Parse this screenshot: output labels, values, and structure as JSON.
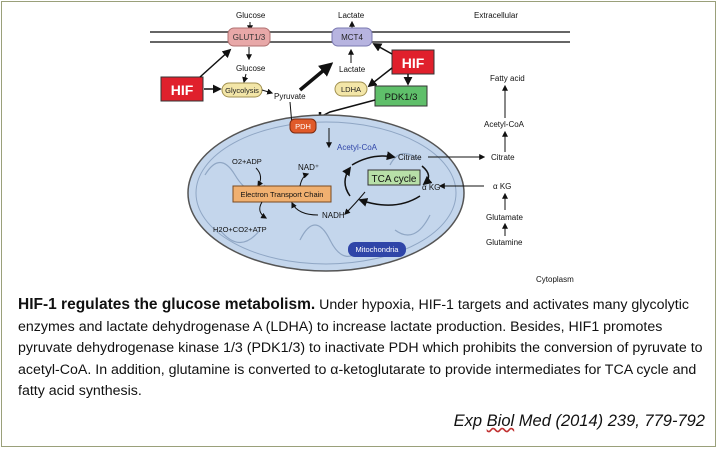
{
  "diagram": {
    "extracellular": "Extracellular",
    "cytoplasm": "Cytoplasm",
    "glucose_out": "Glucose",
    "lactate_out": "Lactate",
    "glut": "GLUT1/3",
    "mct4": "MCT4",
    "hif_left": "HIF",
    "hif_right": "HIF",
    "glucose_in": "Glucose",
    "glycolysis": "Glycolysis",
    "pyruvate": "Pyruvate",
    "lactate_in": "Lactate",
    "ldha": "LDHA",
    "pdk": "PDK1/3",
    "pdh": "PDH",
    "acetyl_coa_mito": "Acetyl-CoA",
    "nad": "NAD⁺",
    "o2_adp": "O2+ADP",
    "etc": "Electron Transport Chain",
    "nadh": "NADH",
    "h2o": "H2O+CO2+ATP",
    "citrate_mito": "Citrate",
    "tca": "TCA cycle",
    "akg_mito": "α KG",
    "mitochondria": "Mitochondria",
    "fatty_acid": "Fatty acid",
    "acetyl_coa_cyto": "Acetyl-CoA",
    "citrate_cyto": "Citrate",
    "akg_cyto": "α KG",
    "glutamate": "Glutamate",
    "glutamine": "Glutamine",
    "colors": {
      "hif": "#e0202c",
      "glut": "#e8a8a8",
      "mct4": "#b7b4e0",
      "enzyme": "#f3e6a8",
      "pdk": "#5fbf6a",
      "pdh": "#e05a2a",
      "etc": "#f0b070",
      "tca": "#b8e0a8",
      "mito_fill": "#c4d6ec",
      "mito_label": "#2f45a8"
    }
  },
  "caption": {
    "title": "HIF-1 regulates the glucose metabolism.",
    "body": " Under hypoxia, HIF-1 targets and activates many glycolytic enzymes and lactate dehydrogenase A (LDHA) to increase lactate production. Besides, HIF1 promotes pyruvate dehydrogenase kinase 1/3 (PDK1/3) to inactivate PDH which prohibits the conversion of pyruvate to acetyl-CoA. In addition, glutamine is converted to α-ketoglutarate to provide intermediates for TCA cycle and fatty acid synthesis."
  },
  "citation": {
    "journal_a": "Exp ",
    "journal_b": "Biol",
    "journal_c": " Med (2014) 239, 779-792"
  }
}
